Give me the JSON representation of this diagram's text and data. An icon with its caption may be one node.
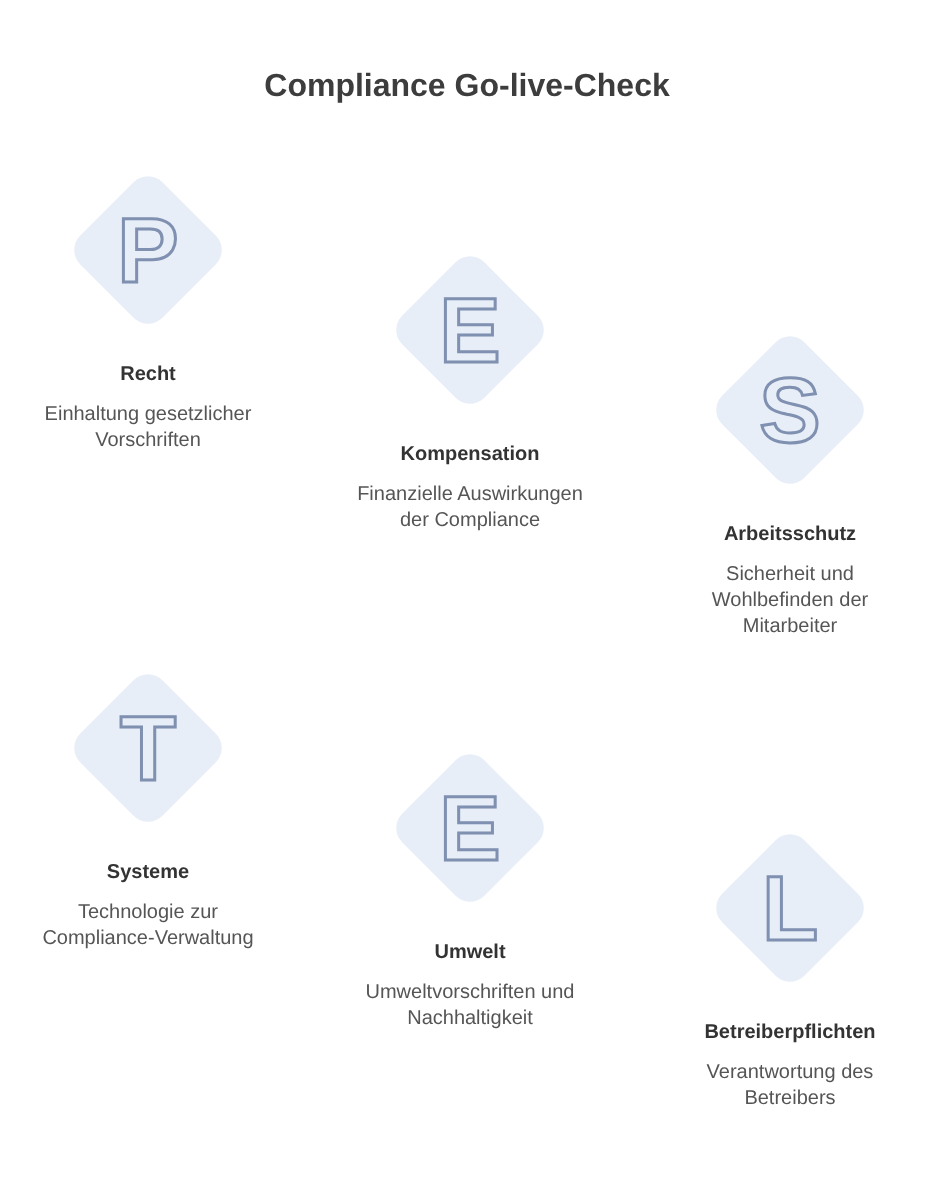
{
  "diagram": {
    "title": "Compliance Go-live-Check",
    "nodes": [
      {
        "text": [
          "P",
          "Recht",
          "Einhaltung gesetzlicher Vorschriften"
        ]
      },
      {
        "text": [
          "E",
          "Kompensation",
          "Finanzielle Auswirkungen der Compliance"
        ]
      },
      {
        "text": [
          "S",
          "Arbeitsschutz",
          "Sicherheit und Wohlbefinden der Mitarbeiter"
        ]
      },
      {
        "text": [
          "T",
          "Systeme",
          "Technologie zur Compliance-Verwaltung"
        ]
      },
      {
        "text": [
          "E",
          "Umwelt",
          "Umweltvorschriften und Nachhaltigkeit"
        ]
      },
      {
        "text": [
          "L",
          "Betreiberpflichten",
          "Verantwortung des Betreibers"
        ]
      }
    ]
  }
}
